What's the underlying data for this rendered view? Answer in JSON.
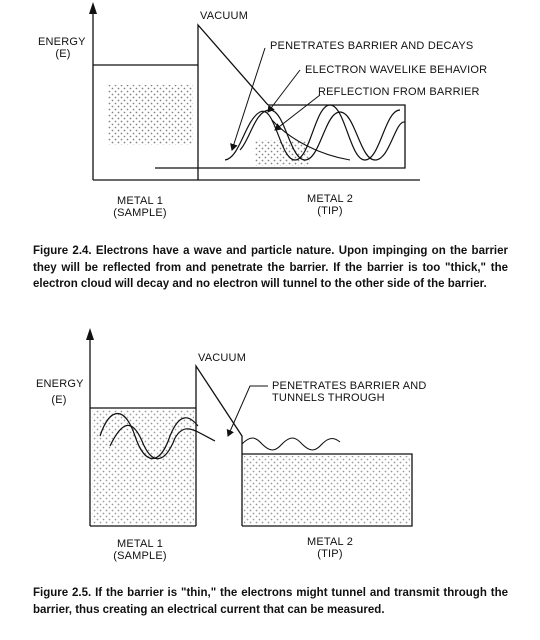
{
  "figure_1": {
    "labels": {
      "energy": "ENERGY",
      "energy_symbol": "(E)",
      "vacuum": "VACUUM",
      "penetrates": "PENETRATES BARRIER AND DECAYS",
      "wavelike": "ELECTRON WAVELIKE BEHAVIOR",
      "reflection": "REFLECTION FROM BARRIER",
      "metal1": "METAL 1",
      "metal1_sub": "(SAMPLE)",
      "metal2": "METAL 2",
      "metal2_sub": "(TIP)"
    },
    "caption": "Figure 2.4. Electrons have a wave and particle nature. Upon impinging on the barrier they will be reflected from and penetrate the barrier. If the barrier is too \"thick,\" the electron cloud will decay and no electron will tunnel to the other side of the barrier."
  },
  "figure_2": {
    "labels": {
      "energy": "ENERGY",
      "energy_symbol": "(E)",
      "vacuum": "VACUUM",
      "penetrates_line1": "PENETRATES BARRIER AND",
      "penetrates_line2": "TUNNELS THROUGH",
      "metal1": "METAL 1",
      "metal1_sub": "(SAMPLE)",
      "metal2": "METAL 2",
      "metal2_sub": "(TIP)"
    },
    "caption": "Figure 2.5. If the barrier is \"thin,\" the electrons might tunnel and transmit through the barrier, thus creating an electrical current that can be measured."
  }
}
